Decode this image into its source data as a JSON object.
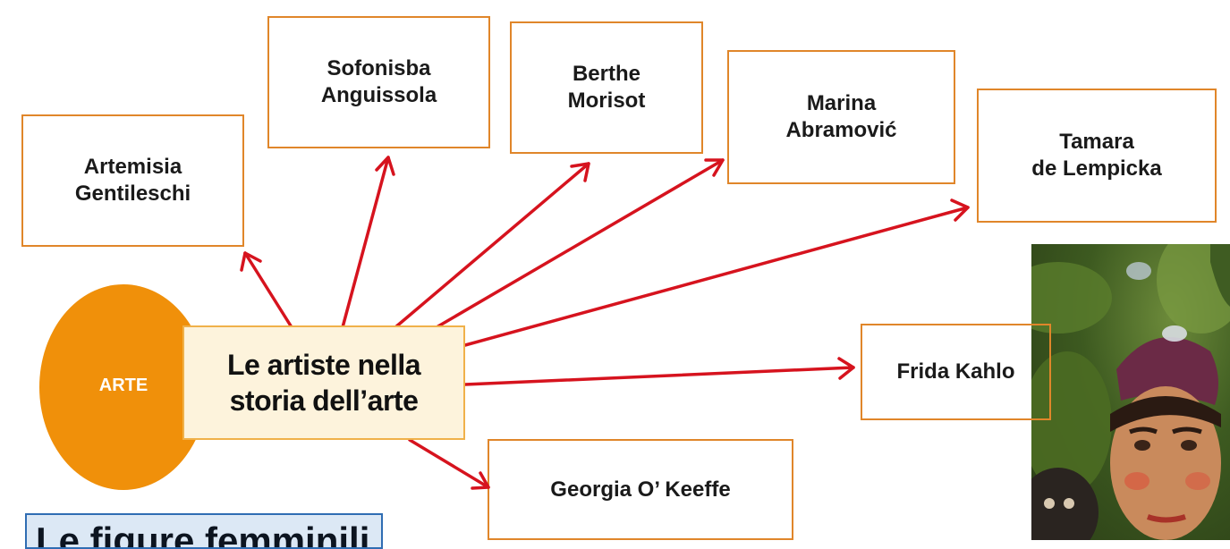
{
  "hub": {
    "label": "ARTE"
  },
  "central": {
    "title": "Le artiste nella\nstoria dell’arte"
  },
  "artists": [
    {
      "name": "Artemisia\nGentileschi"
    },
    {
      "name": "Sofonisba\nAnguissola"
    },
    {
      "name": "Berthe\nMorisot"
    },
    {
      "name": "Marina\nAbramović"
    },
    {
      "name": "Tamara\nde Lempicka"
    },
    {
      "name": "Frida Kahlo"
    },
    {
      "name": "Georgia O’ Keeffe"
    }
  ],
  "bottom_box": {
    "text": "Le figure femminili"
  },
  "colors": {
    "arrow": "#d6131e",
    "box_border": "#e0862a",
    "hub": "#f0900a",
    "central_fill": "#fdf3dc"
  }
}
